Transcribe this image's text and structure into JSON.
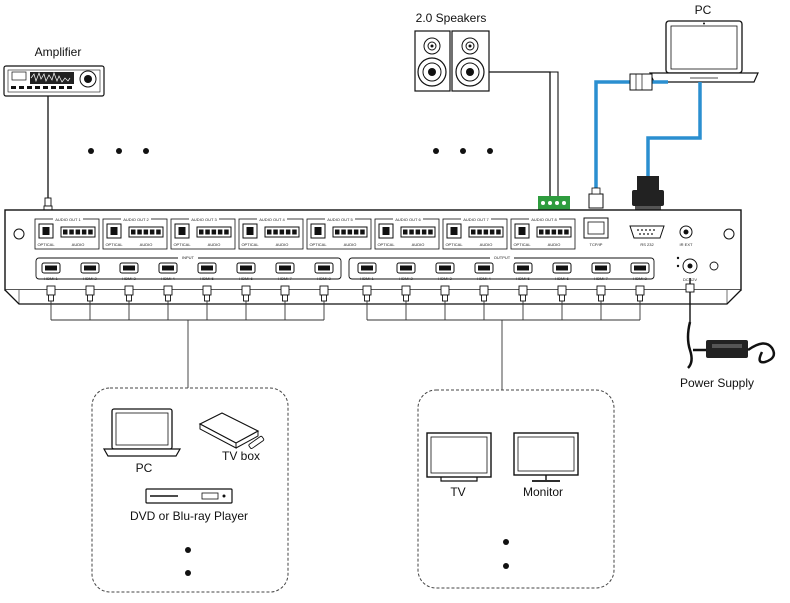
{
  "labels": {
    "amplifier": "Amplifier",
    "speakers": "2.0 Speakers",
    "pc_top": "PC",
    "power_supply": "Power Supply",
    "src_pc": "PC",
    "src_tvbox": "TV box",
    "src_dvd": "DVD or Blu-ray Player",
    "out_tv": "TV",
    "out_monitor": "Monitor"
  },
  "panel": {
    "audio_out_labels": [
      "AUDIO OUT 1",
      "AUDIO OUT 2",
      "AUDIO OUT 3",
      "AUDIO OUT 4",
      "AUDIO OUT 5",
      "AUDIO OUT 6",
      "AUDIO OUT 7",
      "AUDIO OUT 8"
    ],
    "optical_label": "OPTICAL",
    "audio_label": "AUDIO",
    "input_label": "INPUT",
    "output_label": "OUTPUT",
    "input_ports": [
      "HDMI 1",
      "HDMI 2",
      "HDMI 3",
      "HDMI 4",
      "HDMI 5",
      "HDMI 6",
      "HDMI 7",
      "HDMI 8"
    ],
    "output_ports": [
      "HDMI 1",
      "HDMI 2",
      "HDMI 3",
      "HDMI 4",
      "HDMI 5",
      "HDMI 6",
      "HDMI 7",
      "HDMI 8"
    ],
    "tcpip_label": "TCP/IP",
    "rs232_label": "RS 232",
    "irext_label": "IR EXT",
    "dc_label": "DC 12V"
  },
  "colors": {
    "network_cable": "#2b8fd0",
    "phoenix_connector": "#2e9c3e",
    "line": "#333333"
  }
}
